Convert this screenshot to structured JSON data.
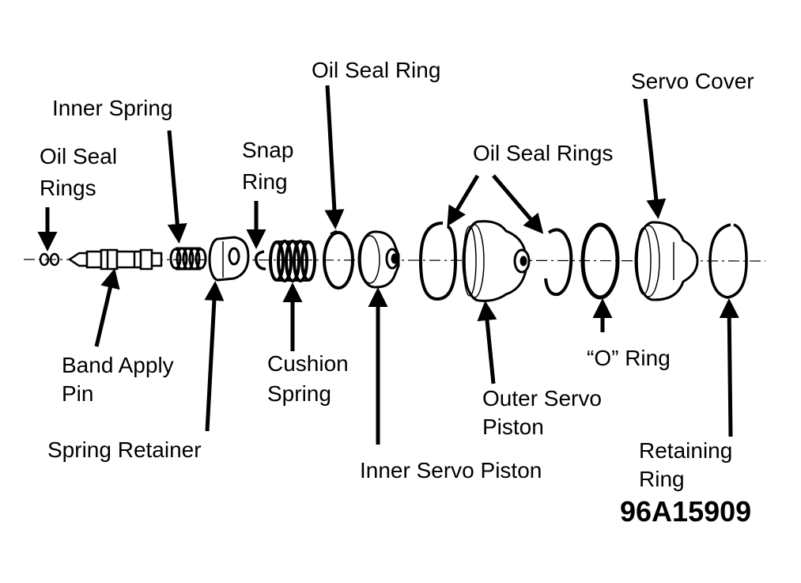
{
  "labels": {
    "oil_seal_rings_left_1": "Oil Seal",
    "oil_seal_rings_left_2": "Rings",
    "inner_spring": "Inner Spring",
    "snap_ring_1": "Snap",
    "snap_ring_2": "Ring",
    "oil_seal_ring": "Oil Seal Ring",
    "oil_seal_rings_right": "Oil Seal Rings",
    "servo_cover": "Servo Cover",
    "band_apply_pin_1": "Band Apply",
    "band_apply_pin_2": "Pin",
    "spring_retainer": "Spring Retainer",
    "cushion_spring_1": "Cushion",
    "cushion_spring_2": "Spring",
    "inner_servo_piston": "Inner Servo Piston",
    "outer_servo_piston_1": "Outer Servo",
    "outer_servo_piston_2": "Piston",
    "o_ring": "“O” Ring",
    "retaining_ring_1": "Retaining",
    "retaining_ring_2": "Ring"
  },
  "figure_code": "96A15909",
  "colors": {
    "ink": "#000000",
    "paper": "#ffffff"
  }
}
